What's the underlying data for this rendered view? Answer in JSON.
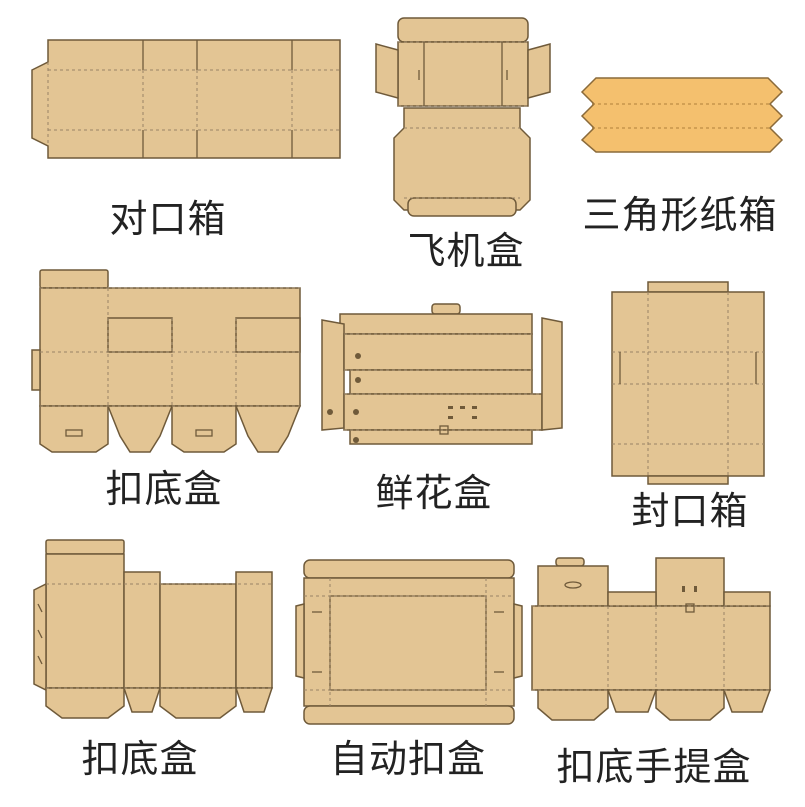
{
  "colors": {
    "kraft": "#e3c594",
    "kraft_light": "#e9cfa3",
    "kraft_orange": "#f4c06e",
    "outline": "#6f5a3a",
    "fold": "#9a8466",
    "text": "#222222"
  },
  "boxes": [
    {
      "id": "duikou-xiang",
      "label": "对口箱"
    },
    {
      "id": "feiji-he",
      "label": "飞机盒"
    },
    {
      "id": "sanjiaoxing-zhixiang",
      "label": "三角形纸箱"
    },
    {
      "id": "koudi-he-1",
      "label": "扣底盒"
    },
    {
      "id": "xianhua-he",
      "label": "鲜花盒"
    },
    {
      "id": "fengkou-xiang",
      "label": "封口箱"
    },
    {
      "id": "koudi-he-2",
      "label": "扣底盒"
    },
    {
      "id": "zidong-kou-he",
      "label": "自动扣盒"
    },
    {
      "id": "koudi-shouti-he",
      "label": "扣底手提盒"
    }
  ]
}
